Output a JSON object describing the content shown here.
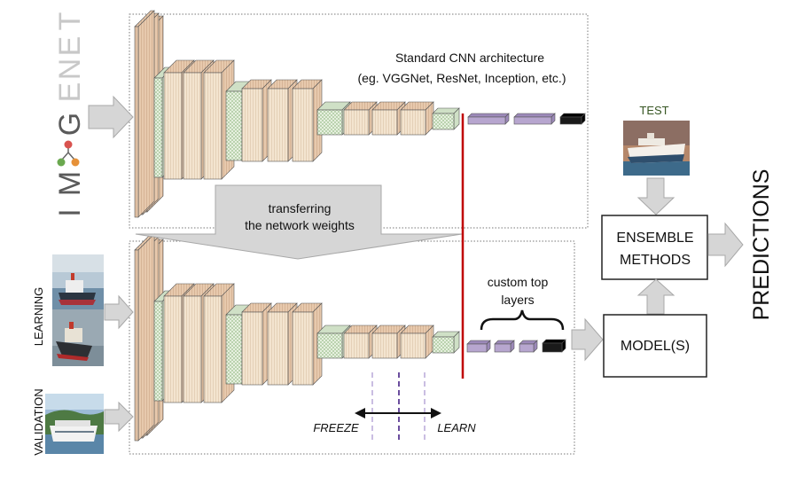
{
  "imagenet_logo": {
    "text": "IMAGENET",
    "letters": [
      "I",
      "M",
      "",
      "G",
      "E",
      "N",
      "E",
      "T"
    ],
    "colors": {
      "light": "#c8c8c8",
      "dark": "#5a5a5a",
      "node_green": "#6aa84f",
      "node_red": "#d9534f",
      "node_orange": "#e69138"
    }
  },
  "top_panel": {
    "title": "Standard CNN architecture",
    "subtitle": "(eg. VGGNet, ResNet, Inception, etc.)"
  },
  "transfer_arrow": {
    "line1": "transferring",
    "line2": "the network weights"
  },
  "bottom_panel": {
    "custom_label_line1": "custom top",
    "custom_label_line2": "layers",
    "freeze_label": "FREEZE",
    "learn_label": "LEARN"
  },
  "side_labels": {
    "learning": "LEARNING",
    "validation": "VALIDATION"
  },
  "test_label": "TEST",
  "ensemble_box": {
    "line1": "ENSEMBLE",
    "line2": "METHODS"
  },
  "models_box": {
    "label": "MODEL(S)"
  },
  "predictions_label": "PREDICTIONS",
  "colors": {
    "conv_face": "#f3e4cf",
    "conv_side": "#e7c9ad",
    "pool_face": "#dcebd6",
    "dense": "#b7a6cf",
    "output": "#1a1a1a",
    "cut_line": "#c00000",
    "arrow_fill": "#d6d6d6",
    "arrow_stroke": "#a8a8a8",
    "test_text": "#375623"
  }
}
